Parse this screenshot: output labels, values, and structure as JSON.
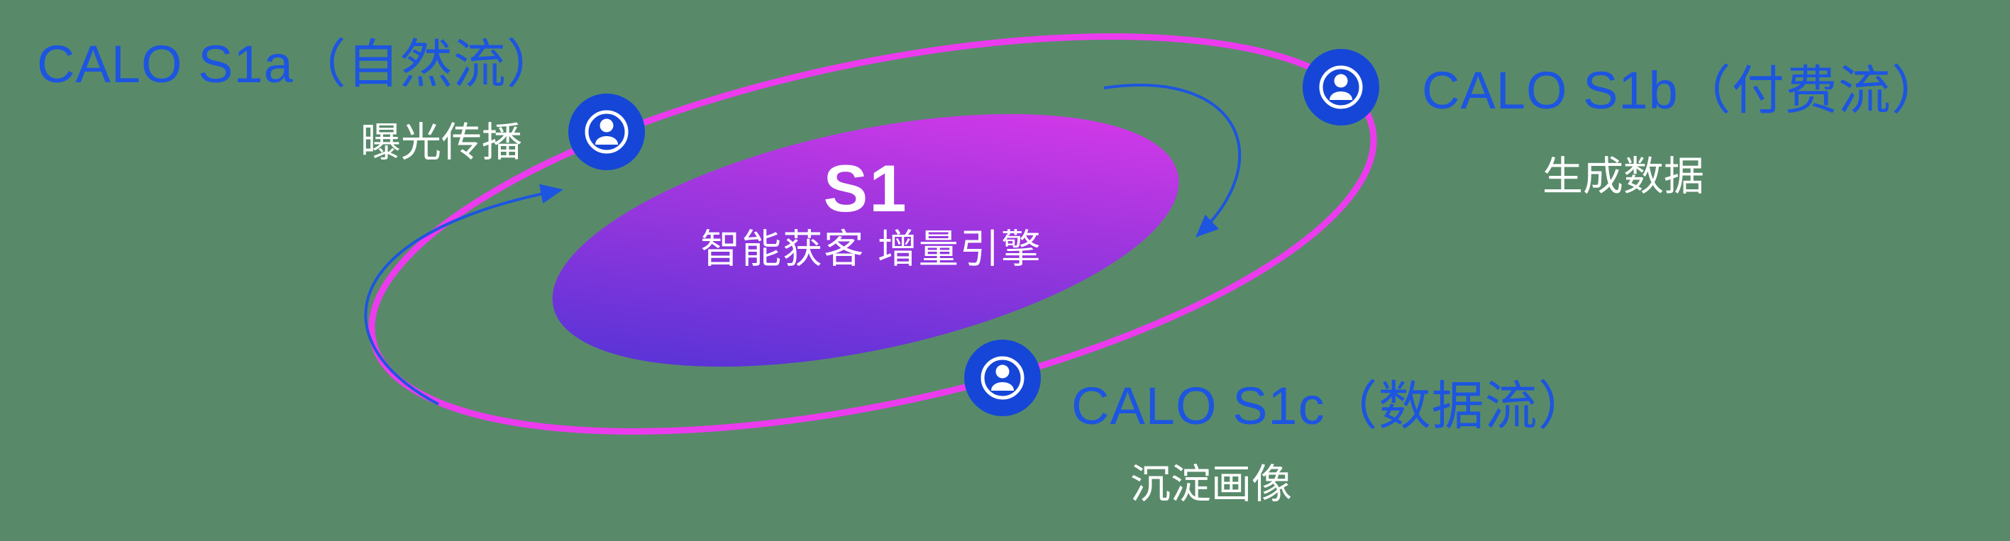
{
  "diagram": {
    "center": {
      "title": "S1",
      "subtitle": "智能获客  增量引擎"
    },
    "nodes": [
      {
        "id": "s1a",
        "title": "CALO S1a（自然流）",
        "subtitle": "曝光传播"
      },
      {
        "id": "s1b",
        "title": "CALO S1b（付费流）",
        "subtitle": "生成数据"
      },
      {
        "id": "s1c",
        "title": "CALO S1c（数据流）",
        "subtitle": "沉淀画像"
      }
    ],
    "colors": {
      "background": "#588a6a",
      "orbit_ring": "#ec3bee",
      "title_blue": "#1d55e0",
      "node_blue": "#1546d8",
      "core_gradient_start": "#4433d4",
      "core_gradient_end": "#e83aec",
      "arrow_blue": "#1d55e0",
      "text_white": "#ffffff"
    }
  }
}
